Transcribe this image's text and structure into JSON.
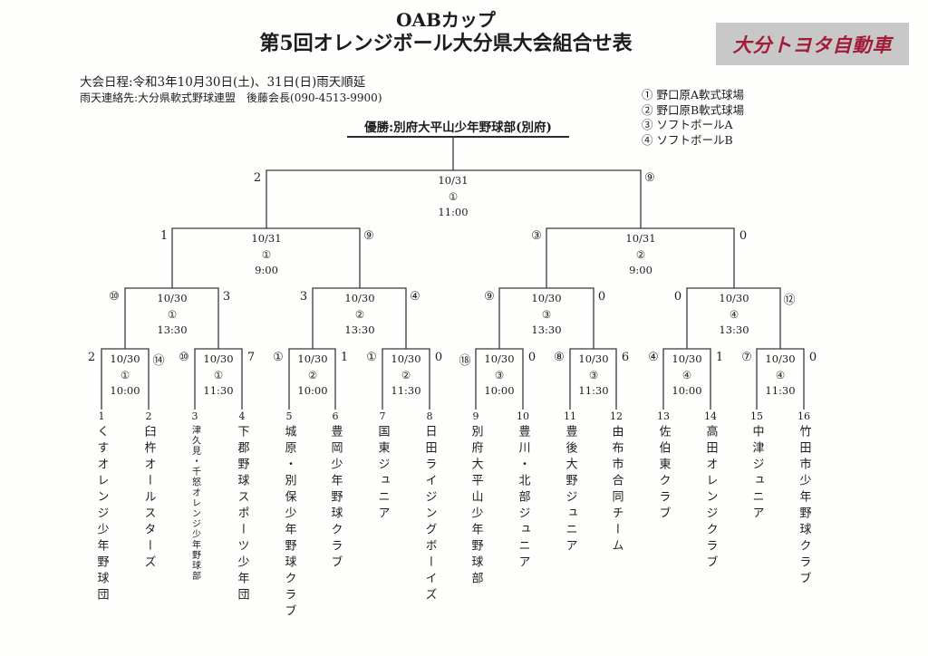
{
  "title": {
    "line1": "OABカップ",
    "line2": "第5回オレンジボール大分県大会組合せ表"
  },
  "sponsor": {
    "name": "大分トヨタ自動車",
    "bg_color": "#c8c8c8",
    "text_color": "#a01c38"
  },
  "info": {
    "schedule": "大会日程:令和3年10月30日(土)、31日(日)雨天順延",
    "contact": "雨天連絡先:大分県軟式野球連盟　後藤会長(090-4513-9900)"
  },
  "venues": [
    {
      "mark": "①",
      "label": "野口原A軟式球場"
    },
    {
      "mark": "②",
      "label": "野口原B軟式球場"
    },
    {
      "mark": "③",
      "label": "ソフトボールA"
    },
    {
      "mark": "④",
      "label": "ソフトボールB"
    }
  ],
  "champion": "優勝:別府大平山少年野球部(別府)",
  "matches": {
    "final": {
      "date": "10/31",
      "venue": "①",
      "time": "11:00",
      "score_left": "2",
      "score_right": "⑨"
    },
    "sf": [
      {
        "date": "10/31",
        "venue": "①",
        "time": "9:00",
        "score_left": "1",
        "score_right": "⑨"
      },
      {
        "date": "10/31",
        "venue": "②",
        "time": "9:00",
        "score_left": "③",
        "score_right": "0"
      }
    ],
    "qf": [
      {
        "date": "10/30",
        "venue": "①",
        "time": "13:30",
        "score_left": "⑩",
        "score_right": "3"
      },
      {
        "date": "10/30",
        "venue": "②",
        "time": "13:30",
        "score_left": "3",
        "score_right": "④"
      },
      {
        "date": "10/30",
        "venue": "③",
        "time": "13:30",
        "score_left": "⑨",
        "score_right": "0"
      },
      {
        "date": "10/30",
        "venue": "④",
        "time": "13:30",
        "score_left": "0",
        "score_right": "⑫"
      }
    ],
    "r1": [
      {
        "date": "10/30",
        "venue": "①",
        "time": "10:00",
        "score_left": "2",
        "score_right": "⑭"
      },
      {
        "date": "10/30",
        "venue": "①",
        "time": "11:30",
        "score_left": "⑩",
        "score_right": "7"
      },
      {
        "date": "10/30",
        "venue": "②",
        "time": "10:00",
        "score_left": "①",
        "score_right": "1"
      },
      {
        "date": "10/30",
        "venue": "②",
        "time": "11:30",
        "score_left": "①",
        "score_right": "0"
      },
      {
        "date": "10/30",
        "venue": "③",
        "time": "10:00",
        "score_left": "⑱",
        "score_right": "0"
      },
      {
        "date": "10/30",
        "venue": "③",
        "time": "11:30",
        "score_left": "⑧",
        "score_right": "6"
      },
      {
        "date": "10/30",
        "venue": "④",
        "time": "10:00",
        "score_left": "④",
        "score_right": "1"
      },
      {
        "date": "10/30",
        "venue": "④",
        "time": "11:30",
        "score_left": "⑦",
        "score_right": "0"
      }
    ]
  },
  "teams": [
    {
      "no": "1",
      "name": "くすオレンジ少年野球団"
    },
    {
      "no": "2",
      "name": "臼杵オールスターズ"
    },
    {
      "no": "3",
      "name": "津久見・千怒オレンジ少年野球部"
    },
    {
      "no": "4",
      "name": "下郡野球スポーツ少年団"
    },
    {
      "no": "5",
      "name": "城原・別保少年野球クラブ"
    },
    {
      "no": "6",
      "name": "豊岡少年野球クラブ"
    },
    {
      "no": "7",
      "name": "国東ジュニア"
    },
    {
      "no": "8",
      "name": "日田ライジングボーイズ"
    },
    {
      "no": "9",
      "name": "別府大平山少年野球部"
    },
    {
      "no": "10",
      "name": "豊川・北部ジュニア"
    },
    {
      "no": "11",
      "name": "豊後大野ジュニア"
    },
    {
      "no": "12",
      "name": "由布市合同チーム"
    },
    {
      "no": "13",
      "name": "佐伯東クラブ"
    },
    {
      "no": "14",
      "name": "高田オレンジクラブ"
    },
    {
      "no": "15",
      "name": "中津ジュニア"
    },
    {
      "no": "16",
      "name": "竹田市少年野球クラブ"
    }
  ]
}
